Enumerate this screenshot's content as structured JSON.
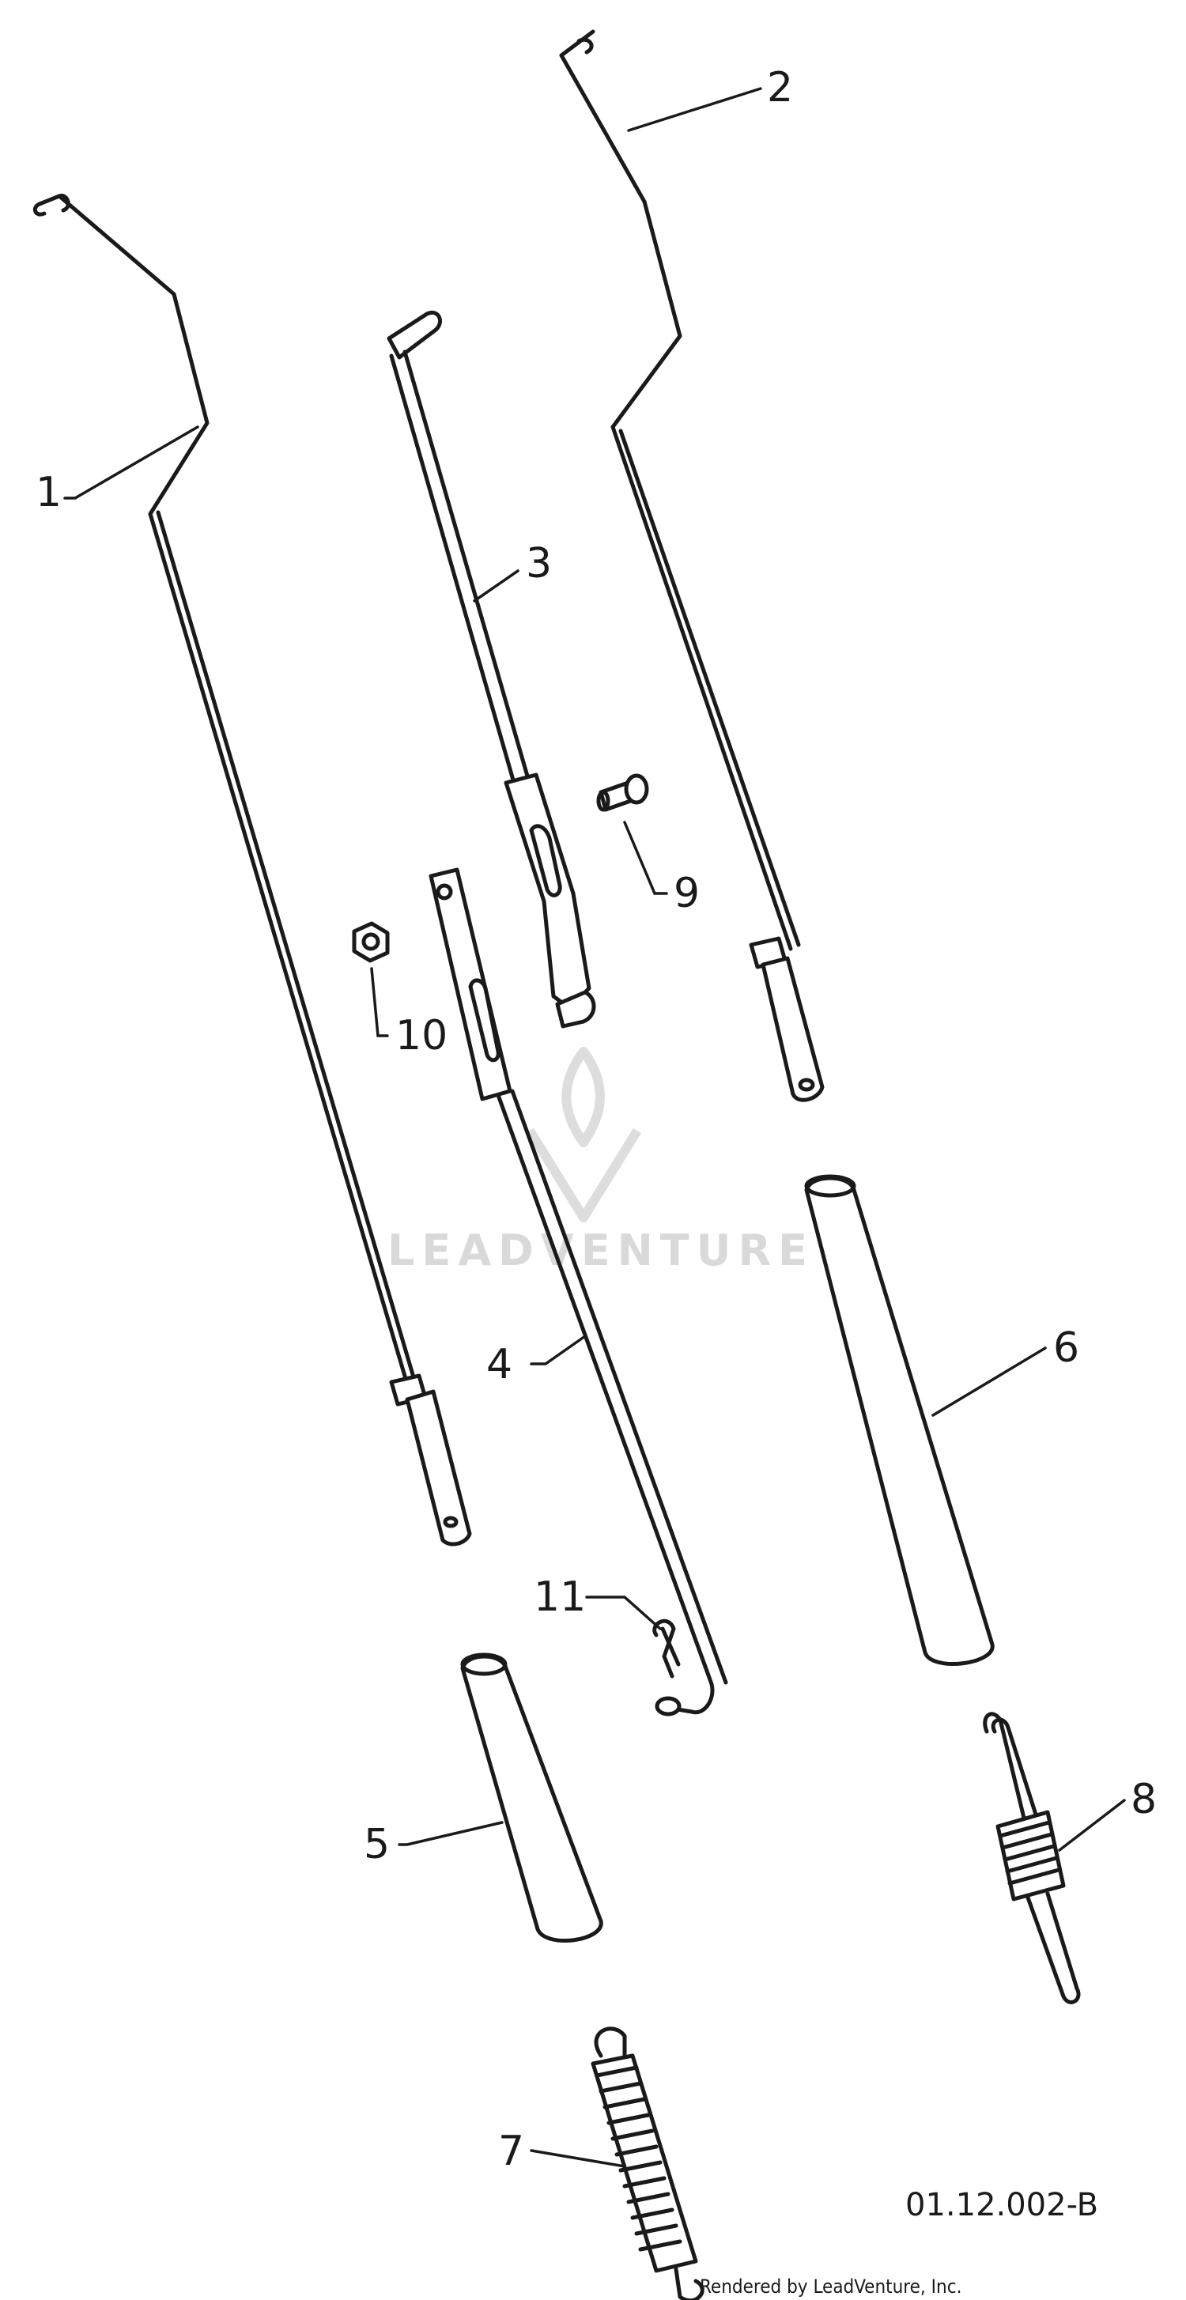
{
  "watermark": {
    "text": "LEADVENTURE",
    "color": "#d9d9d9"
  },
  "callouts": [
    {
      "id": "1",
      "label": "1"
    },
    {
      "id": "2",
      "label": "2"
    },
    {
      "id": "3",
      "label": "3"
    },
    {
      "id": "4",
      "label": "4"
    },
    {
      "id": "5",
      "label": "5"
    },
    {
      "id": "6",
      "label": "6"
    },
    {
      "id": "7",
      "label": "7"
    },
    {
      "id": "8",
      "label": "8"
    },
    {
      "id": "9",
      "label": "9"
    },
    {
      "id": "10",
      "label": "10"
    },
    {
      "id": "11",
      "label": "11"
    }
  ],
  "drawing_number": "01.12.002-B",
  "footer": {
    "credit": "Rendered by LeadVenture, Inc."
  }
}
